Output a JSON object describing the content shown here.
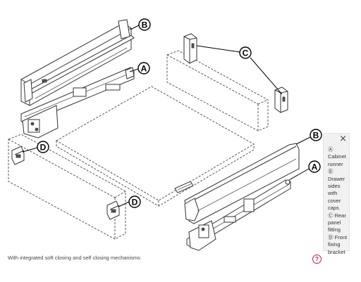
{
  "callouts": {
    "a_upper": "A",
    "b_upper": "B",
    "c": "C",
    "d_left": "D",
    "d_right": "D",
    "b_lower": "B",
    "a_lower": "A"
  },
  "legend": {
    "close_icon": "×",
    "items": [
      "Ⓐ Cabinet runner",
      "Ⓑ Drawer sides with cover caps",
      "Ⓒ Rear panel fitting",
      "Ⓓ Front fixing bracket"
    ]
  },
  "caption": "With integrated soft closing and self closing mechanisms",
  "help_icon": "?",
  "colors": {
    "help_accent": "#c2185b",
    "panel_bg": "#f1f1f1"
  }
}
